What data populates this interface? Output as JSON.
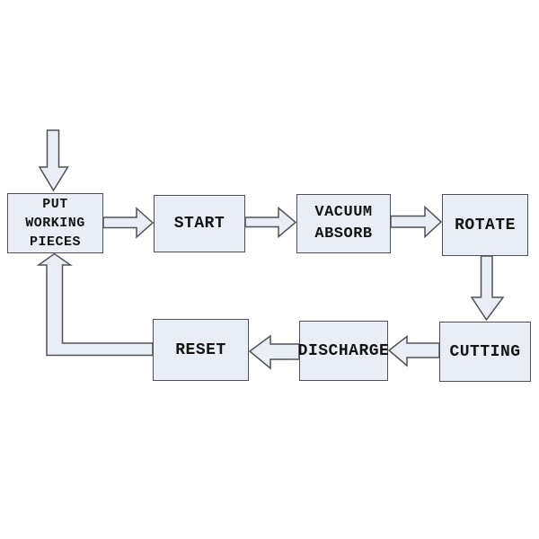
{
  "diagram": {
    "type": "flowchart",
    "background_color": "#ffffff",
    "node_fill_color": "#e9eef6",
    "node_border_color": "#4d5359",
    "text_color": "#141414",
    "nodes": [
      {
        "id": "put-working-pieces",
        "label": "PUT\nWORKING\nPIECES"
      },
      {
        "id": "start",
        "label": "START"
      },
      {
        "id": "vacuum-absorb",
        "label": "VACUUM\nABSORB"
      },
      {
        "id": "rotate",
        "label": "ROTATE"
      },
      {
        "id": "cutting",
        "label": "CUTTING"
      },
      {
        "id": "discharge",
        "label": "DISCHARGE"
      },
      {
        "id": "reset",
        "label": "RESET"
      }
    ],
    "edges": [
      {
        "from": "entry",
        "to": "put-working-pieces",
        "direction": "down"
      },
      {
        "from": "put-working-pieces",
        "to": "start",
        "direction": "right"
      },
      {
        "from": "start",
        "to": "vacuum-absorb",
        "direction": "right"
      },
      {
        "from": "vacuum-absorb",
        "to": "rotate",
        "direction": "right"
      },
      {
        "from": "rotate",
        "to": "cutting",
        "direction": "down"
      },
      {
        "from": "cutting",
        "to": "discharge",
        "direction": "left"
      },
      {
        "from": "discharge",
        "to": "reset",
        "direction": "left"
      },
      {
        "from": "reset",
        "to": "put-working-pieces",
        "direction": "left-then-up"
      }
    ]
  }
}
